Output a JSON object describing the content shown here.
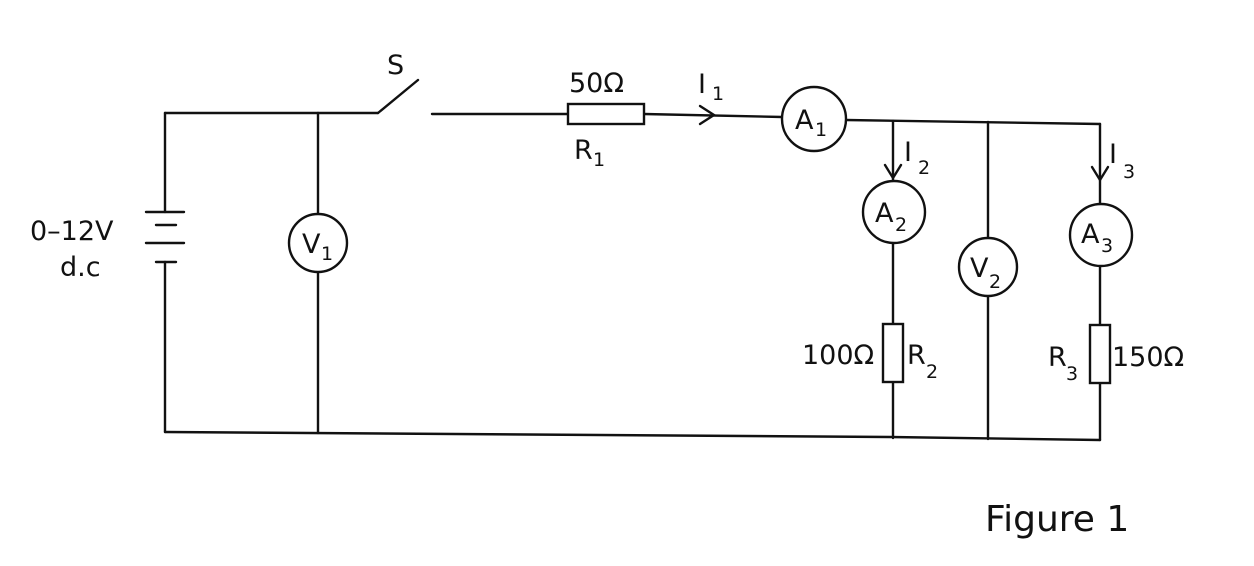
{
  "supply": {
    "line1": "0–12V",
    "line2": "d.c"
  },
  "switch": {
    "label": "S"
  },
  "r1": {
    "value": "50Ω",
    "name": "R",
    "sub": "1"
  },
  "r2": {
    "value": "100Ω",
    "name": "R",
    "sub": "2"
  },
  "r3": {
    "value": "150Ω",
    "name": "R",
    "sub": "3"
  },
  "v1": {
    "name": "V",
    "sub": "1"
  },
  "v2": {
    "name": "V",
    "sub": "2"
  },
  "a1": {
    "name": "A",
    "sub": "1"
  },
  "a2": {
    "name": "A",
    "sub": "2"
  },
  "a3": {
    "name": "A",
    "sub": "3"
  },
  "i1": {
    "name": "I",
    "sub": "1"
  },
  "i2": {
    "name": "I",
    "sub": "2"
  },
  "i3": {
    "name": "I",
    "sub": "3"
  },
  "caption": "Figure 1"
}
